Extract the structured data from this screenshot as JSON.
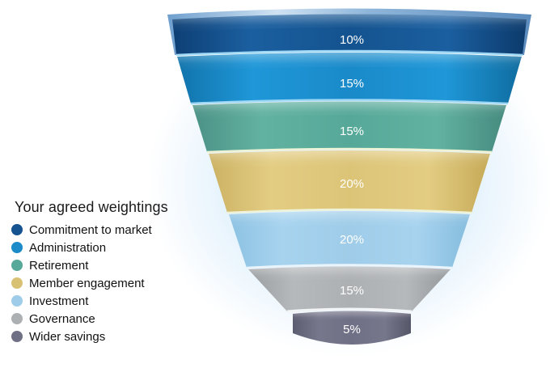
{
  "legend": {
    "title": "Your agreed weightings",
    "items": [
      {
        "label": "Commitment to market",
        "color": "#14538f"
      },
      {
        "label": "Administration",
        "color": "#1a8ac9"
      },
      {
        "label": "Retirement",
        "color": "#56a898"
      },
      {
        "label": "Member engagement",
        "color": "#d9c173"
      },
      {
        "label": "Investment",
        "color": "#9fcce8"
      },
      {
        "label": "Governance",
        "color": "#adb0b3"
      },
      {
        "label": "Wider savings",
        "color": "#6f6f85"
      }
    ]
  },
  "chart_data": {
    "type": "funnel",
    "title": "Your agreed weightings",
    "xlabel": "",
    "ylabel": "",
    "categories": [
      "Commitment to market",
      "Administration",
      "Retirement",
      "Member engagement",
      "Investment",
      "Governance",
      "Wider savings"
    ],
    "values": [
      10,
      15,
      15,
      20,
      20,
      15,
      5
    ],
    "value_labels": [
      "10%",
      "15%",
      "15%",
      "20%",
      "20%",
      "15%",
      "5%"
    ],
    "unit": "percent",
    "total": 100,
    "colors": [
      "#14538f",
      "#1a8ac9",
      "#56a898",
      "#d9c173",
      "#9fcce8",
      "#adb0b3",
      "#6f6f85"
    ],
    "legend_position": "left-bottom",
    "grid": false
  },
  "segments": [
    {
      "label": "10%"
    },
    {
      "label": "15%"
    },
    {
      "label": "15%"
    },
    {
      "label": "20%"
    },
    {
      "label": "20%"
    },
    {
      "label": "15%"
    },
    {
      "label": "5%"
    }
  ]
}
